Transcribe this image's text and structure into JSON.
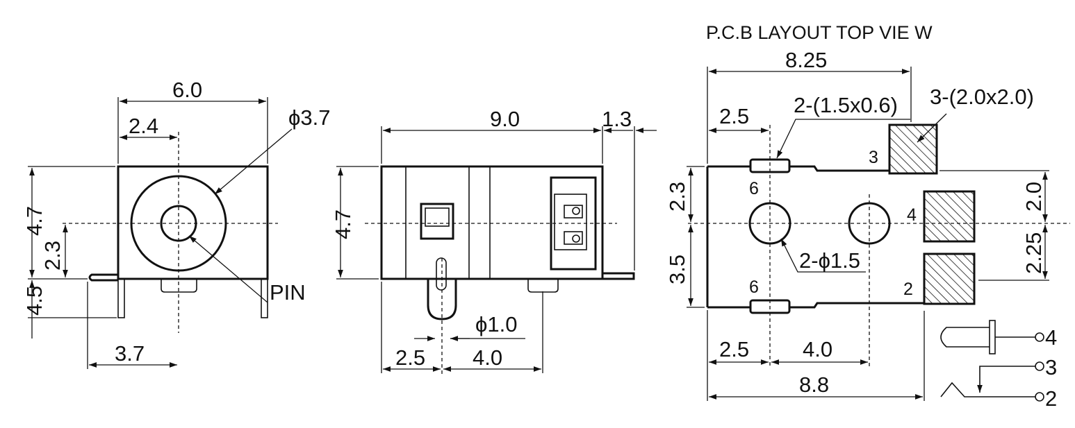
{
  "pcb_title": "P.C.B LAYOUT  TOP VIE W",
  "front_view": {
    "width": "6.0",
    "center_offset": "2.4",
    "jack_diameter": "ϕ3.7",
    "height": "4.7",
    "center_height": "2.3",
    "pin_length": "4.5",
    "pin_offset": "3.7",
    "pin_label": "PIN"
  },
  "side_view": {
    "length": "9.0",
    "tab_length": "1.3",
    "height": "4.7",
    "pin_diameter": "ϕ1.0",
    "pin_position": "2.5",
    "pin_spacing": "4.0"
  },
  "pcb_layout": {
    "overall_top": "8.25",
    "hole_offset_top": "2.5",
    "slot_pads": "2-(1.5x0.6)",
    "square_pads": "3-(2.0x2.0)",
    "pin_3": "3",
    "pin_4": "4",
    "pin_2": "2",
    "pin_6_top": "6",
    "pin_6_bottom": "6",
    "upper_height": "2.3",
    "lower_height": "3.5",
    "pad_pitch_upper": "2.0",
    "pad_pitch_lower": "2.25",
    "hole_diameter": "2-ϕ1.5",
    "hole_offset_bottom": "2.5",
    "hole_spacing": "4.0",
    "overall_bottom": "8.8"
  },
  "schematic": {
    "terminal_4": "4",
    "terminal_3": "3",
    "terminal_2": "2"
  }
}
